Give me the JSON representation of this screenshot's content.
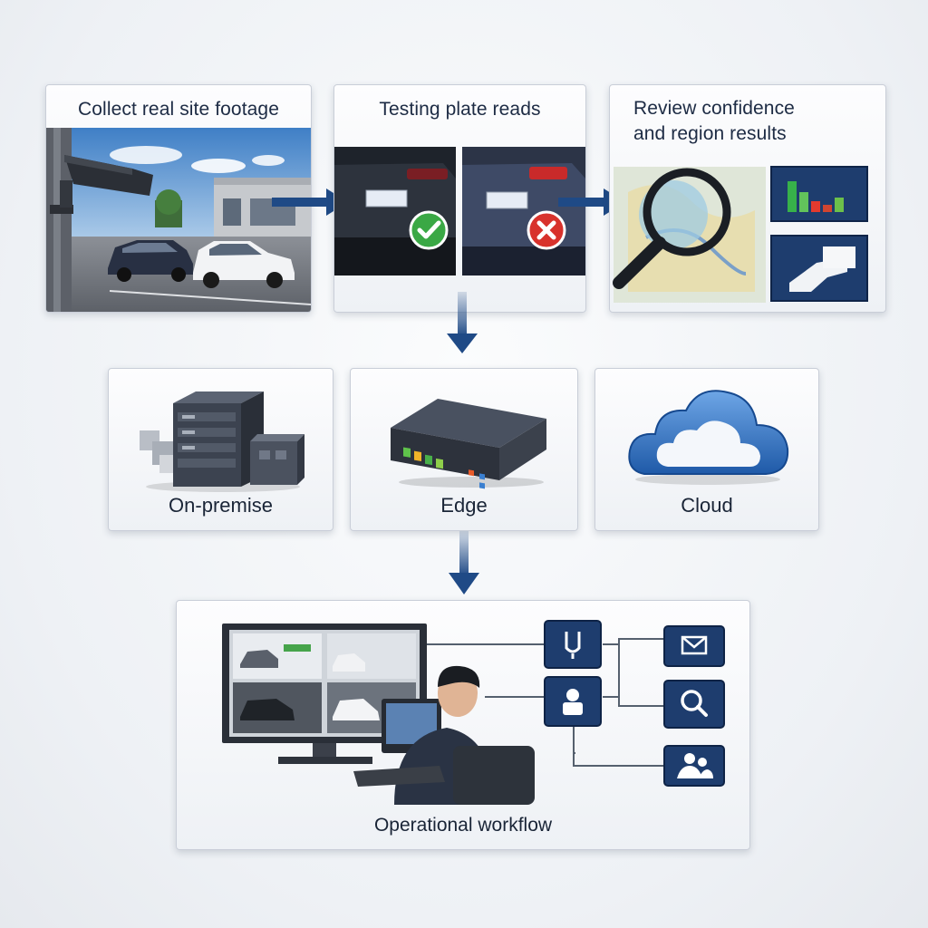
{
  "steps": [
    {
      "title": "Collect real site footage"
    },
    {
      "title": "Testing plate reads"
    },
    {
      "title_line1": "Review confidence",
      "title_line2": "and region results"
    }
  ],
  "deployment": [
    {
      "label": "On-premise",
      "icon": "server-stack-icon"
    },
    {
      "label": "Edge",
      "icon": "edge-device-icon"
    },
    {
      "label": "Cloud",
      "icon": "cloud-icon"
    }
  ],
  "workflow": {
    "label": "Operational workflow",
    "left_nodes": [
      "microphone-icon",
      "user-icon"
    ],
    "right_nodes": [
      "email-icon",
      "search-icon",
      "users-icon"
    ]
  },
  "colors": {
    "arrow": "#1f4a86",
    "node": "#1e3d6e",
    "check": "#3aa845",
    "cross": "#d8322c"
  }
}
